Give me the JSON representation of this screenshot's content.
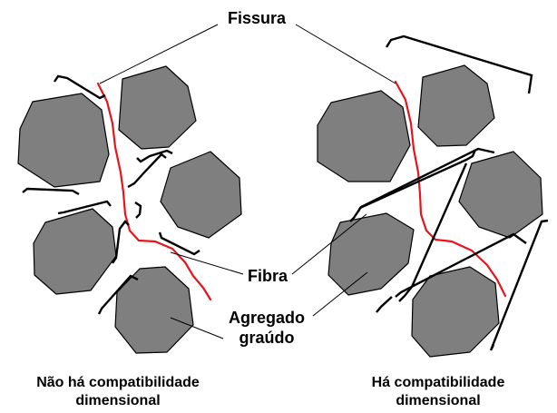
{
  "labels": {
    "crack": "Fissura",
    "fiber": "Fibra",
    "aggregate_line1": "Agregado",
    "aggregate_line2": "graúdo"
  },
  "captions": {
    "left_line1": "Não há compatibilidade",
    "left_line2": "dimensional",
    "right_line1": "Há compatibilidade",
    "right_line2": "dimensional"
  },
  "colors": {
    "aggregate": "#7f7f7f",
    "crack": "#e8141b",
    "fiber": "#000000"
  }
}
